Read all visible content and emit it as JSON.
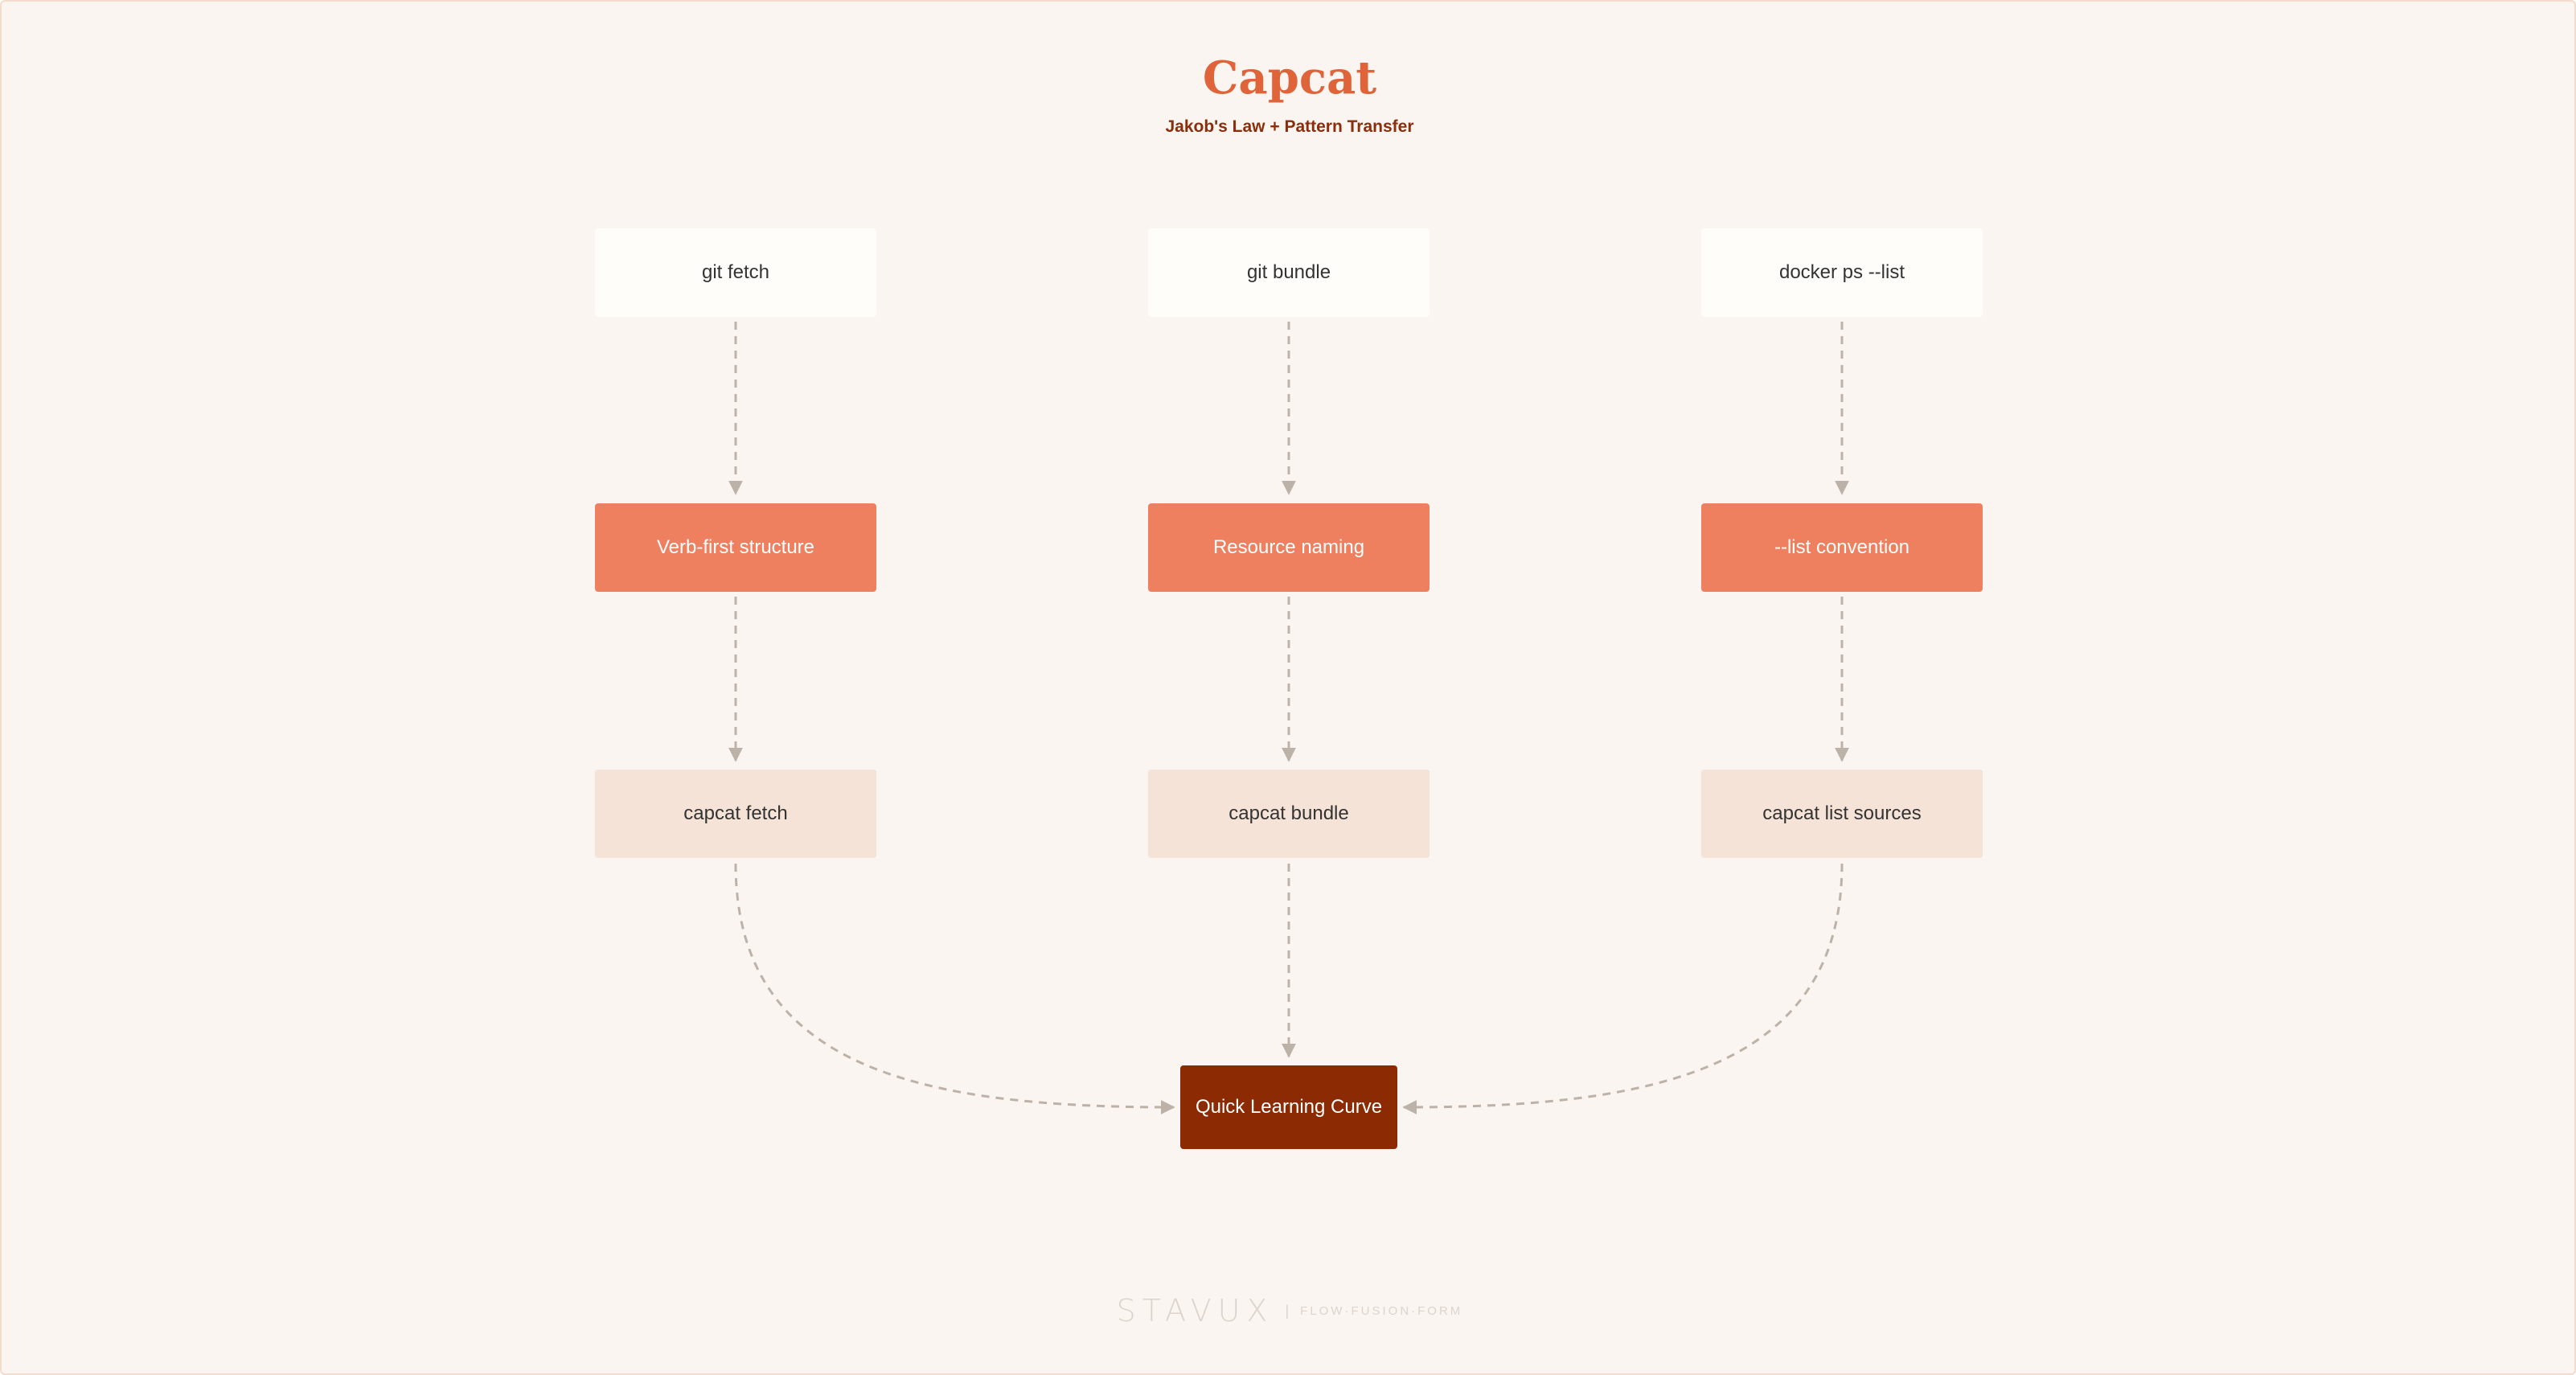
{
  "header": {
    "title": "Capcat",
    "subtitle": "Jakob's Law + Pattern Transfer"
  },
  "nodes": {
    "source_git_fetch": "git fetch",
    "source_git_bundle": "git bundle",
    "source_docker_ps": "docker ps --list",
    "pattern_verb_first": "Verb-first structure",
    "pattern_resource_naming": "Resource naming",
    "pattern_list_convention": "--list convention",
    "command_capcat_fetch": "capcat fetch",
    "command_capcat_bundle": "capcat bundle",
    "command_capcat_list_sources": "capcat list sources",
    "outcome": "Quick Learning Curve"
  },
  "edges": [
    {
      "from": "source_git_fetch",
      "to": "pattern_verb_first"
    },
    {
      "from": "source_git_bundle",
      "to": "pattern_resource_naming"
    },
    {
      "from": "source_docker_ps",
      "to": "pattern_list_convention"
    },
    {
      "from": "pattern_verb_first",
      "to": "command_capcat_fetch"
    },
    {
      "from": "pattern_resource_naming",
      "to": "command_capcat_bundle"
    },
    {
      "from": "pattern_list_convention",
      "to": "command_capcat_list_sources"
    },
    {
      "from": "command_capcat_fetch",
      "to": "outcome"
    },
    {
      "from": "command_capcat_bundle",
      "to": "outcome"
    },
    {
      "from": "command_capcat_list_sources",
      "to": "outcome"
    }
  ],
  "footer": {
    "brand": "STAVUX",
    "separator": "|",
    "tagline": "FLOW·FUSION·FORM"
  },
  "colors": {
    "background": "#faf5f0",
    "accent": "#e0643a",
    "source_node": "#fffdfa",
    "pattern_node": "#ee8060",
    "command_node": "#f4e3d6",
    "outcome_node": "#8b2a03",
    "edge": "#bdb2a8"
  }
}
